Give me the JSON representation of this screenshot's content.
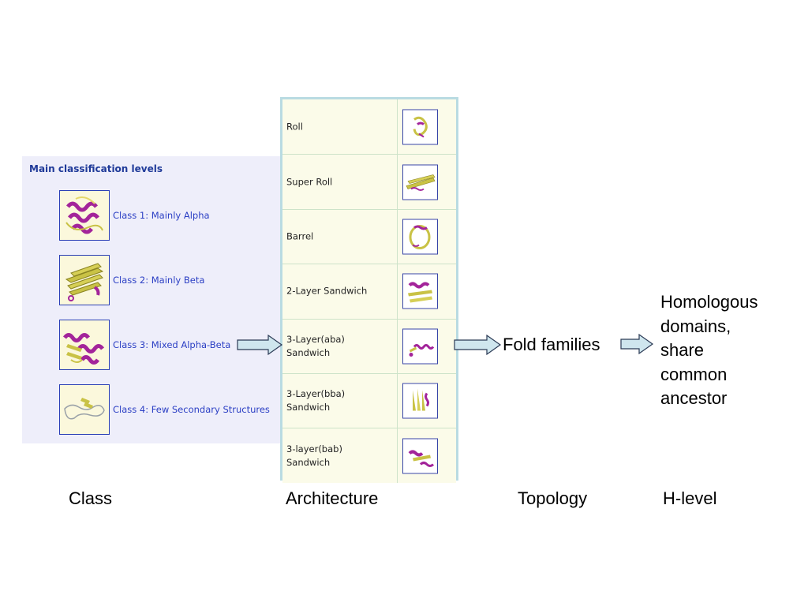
{
  "class_panel": {
    "title": "Main classification levels",
    "items": [
      {
        "label": "Class 1: Mainly Alpha",
        "icon": "protein-structure-mainly-alpha-icon"
      },
      {
        "label": "Class 2: Mainly Beta",
        "icon": "protein-structure-mainly-beta-icon"
      },
      {
        "label": "Class 3: Mixed Alpha-Beta",
        "icon": "protein-structure-mixed-alpha-beta-icon"
      },
      {
        "label": "Class 4: Few Secondary Structures",
        "icon": "protein-structure-few-secondary-icon"
      }
    ]
  },
  "architecture": {
    "rows": [
      {
        "label": "Roll"
      },
      {
        "label": "Super Roll"
      },
      {
        "label": "Barrel"
      },
      {
        "label": "2-Layer Sandwich"
      },
      {
        "label": "3-Layer(aba)\nSandwich"
      },
      {
        "label": "3-Layer(bba)\nSandwich"
      },
      {
        "label": "3-layer(bab)\nSandwich"
      }
    ]
  },
  "topology": {
    "text": "Fold families"
  },
  "h_level": {
    "text": "Homologous\ndomains,\nshare\ncommon\nancestor"
  },
  "level_labels": {
    "class": "Class",
    "architecture": "Architecture",
    "topology": "Topology",
    "h_level": "H-level"
  },
  "colors": {
    "panel_bg": "#eeeefa",
    "title": "#1f3a99",
    "link_text": "#2b3fc4",
    "arrow_fill": "#cfe6ee",
    "arrow_stroke": "#2b3a55",
    "helix": "#a3249a",
    "strand": "#c9c245"
  }
}
